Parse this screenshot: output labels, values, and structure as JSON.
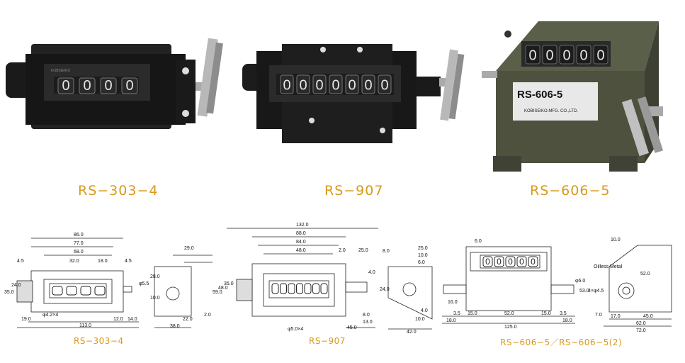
{
  "products": [
    {
      "caption": "RS−303−4",
      "display": "0000",
      "brand": "KOBISEIKO"
    },
    {
      "caption": "RS−907",
      "display": "0000000"
    },
    {
      "caption": "RS−606−5",
      "display": "00000",
      "plate_title": "RS-606-5",
      "plate_maker": "KOBISEIKO.MFG. CO.,LTD."
    }
  ],
  "drawings": [
    {
      "caption": "RS−303−4",
      "dims": [
        "86.0",
        "77.0",
        "68.0",
        "32.0",
        "18.0",
        "4.5",
        "4.5",
        "35.0",
        "24.0",
        "19.0",
        "113.0",
        "12.0",
        "14.0",
        "φ4.2×4",
        "29.0",
        "28.0",
        "10.0",
        "φ5.5",
        "22.0",
        "2.0",
        "38.0"
      ]
    },
    {
      "caption": "RS−907",
      "dims": [
        "132.0",
        "88.0",
        "84.0",
        "48.0",
        "2.0",
        "25.0",
        "59.0",
        "48.0",
        "35.0",
        "4.0",
        "8.0",
        "13.0",
        "φ5.0×4",
        "45.0",
        "8.0",
        "25.0",
        "10.0",
        "6.0",
        "24.0",
        "4.0",
        "10.0",
        "42.0"
      ]
    },
    {
      "caption": "RS−606−5／RS−606−5(2)",
      "dims": [
        "6.0",
        "16.0",
        "3.5",
        "15.0",
        "52.0",
        "15.0",
        "3.5",
        "18.0",
        "125.0",
        "18.0",
        "φ6.0",
        "53.0",
        "10.0",
        "Oilless Metal",
        "52.0",
        "4×φ4.5",
        "17.0",
        "45.0",
        "62.0",
        "7.0",
        "72.0"
      ]
    }
  ]
}
